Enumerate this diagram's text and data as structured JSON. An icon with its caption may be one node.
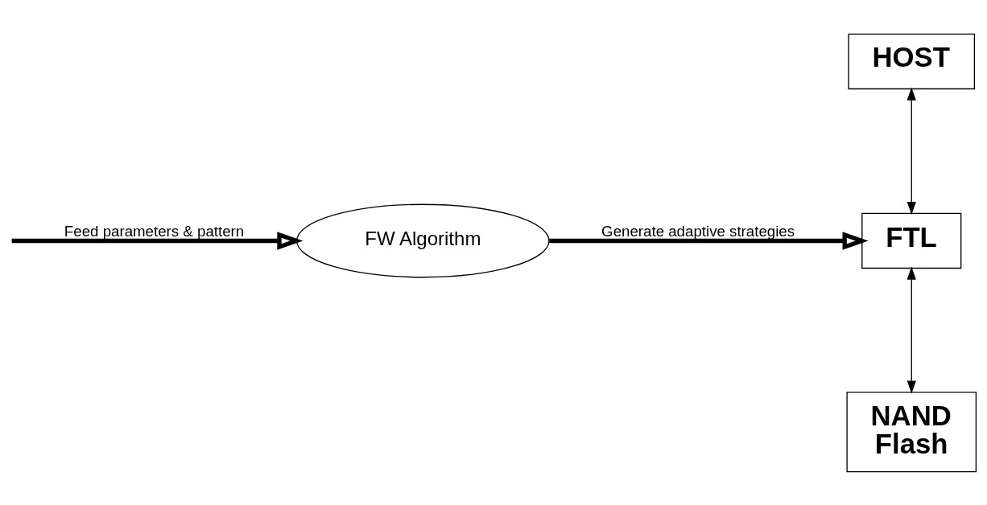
{
  "diagram": {
    "nodes": [
      {
        "text": [
          "FW Algorithm"
        ]
      },
      {
        "text": [
          "HOST"
        ]
      },
      {
        "text": [
          "FTL"
        ]
      },
      {
        "text": [
          "NAND Flash"
        ]
      }
    ],
    "edges": [
      {
        "from": null,
        "to": 0,
        "arrow": "to",
        "label": "Feed parameters & pattern",
        "style": "thick"
      },
      {
        "from": 0,
        "to": 2,
        "arrow": "to",
        "label": "Generate adaptive strategies",
        "style": "thick"
      },
      {
        "from": 1,
        "to": 2,
        "arrow": "both"
      },
      {
        "from": 2,
        "to": 3,
        "arrow": "both"
      }
    ]
  }
}
